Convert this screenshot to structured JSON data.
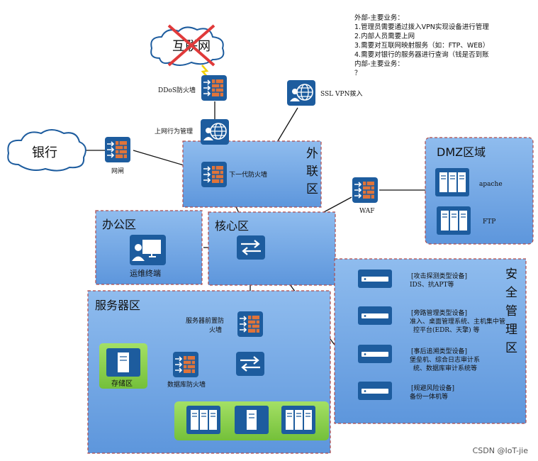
{
  "notes": {
    "title": "外部-主要业务：",
    "lines": [
      "1.管理员需要通过拨入VPN实现设备进行管理",
      "2.内部人员需要上网",
      "3.需要对互联网映射服务（如：FTP、WEB）",
      "4.需要对银行的服务器进行查询（钱是否到账",
      "内部-主要业务：",
      "？"
    ]
  },
  "clouds": {
    "internet": "互联网",
    "bank": "银行"
  },
  "zones": {
    "waili": "外联区",
    "dmz": "DMZ区域",
    "office": "办公区",
    "core": "核心区",
    "server": "服务器区",
    "security": "安全管理区"
  },
  "devices": {
    "ddos": "DDoS防火墙",
    "behavior": "上网行为管理",
    "ngfw": "下一代防火墙",
    "vpn": "SSL VPN拨入",
    "gap": "网闸",
    "waf": "WAF",
    "apache": "apache",
    "ftp": "FTP",
    "ops": "运维终端",
    "server_fw_1": "服务器前置防",
    "server_fw_2": "火墙",
    "db_fw": "数据库防火墙",
    "storage": "存储区"
  },
  "security_items": [
    {
      "title": "[攻击探测类型设备]",
      "lines": [
        "IDS、抗APT等"
      ]
    },
    {
      "title": "[旁路管理类型设备]",
      "lines": [
        "准入、桌面管理系统、主机集中管",
        "控平台(EDR、天擎) 等"
      ]
    },
    {
      "title": "[事后追溯类型设备]",
      "lines": [
        "堡垒机、综合日志审计系",
        "统、数据库审计系统等"
      ]
    },
    {
      "title": "[规避风险设备]",
      "lines": [
        "备份一体机等"
      ]
    }
  ],
  "watermark": "CSDN @IoT-jie",
  "colors": {
    "zone_fill": "#6fa5e3",
    "zone_border": "#b04a4a",
    "device_blue": "#1d5c9e",
    "firewall_orange": "#e0743a",
    "green_fill": "#8bd14a",
    "cross_red": "#e03a3a"
  }
}
